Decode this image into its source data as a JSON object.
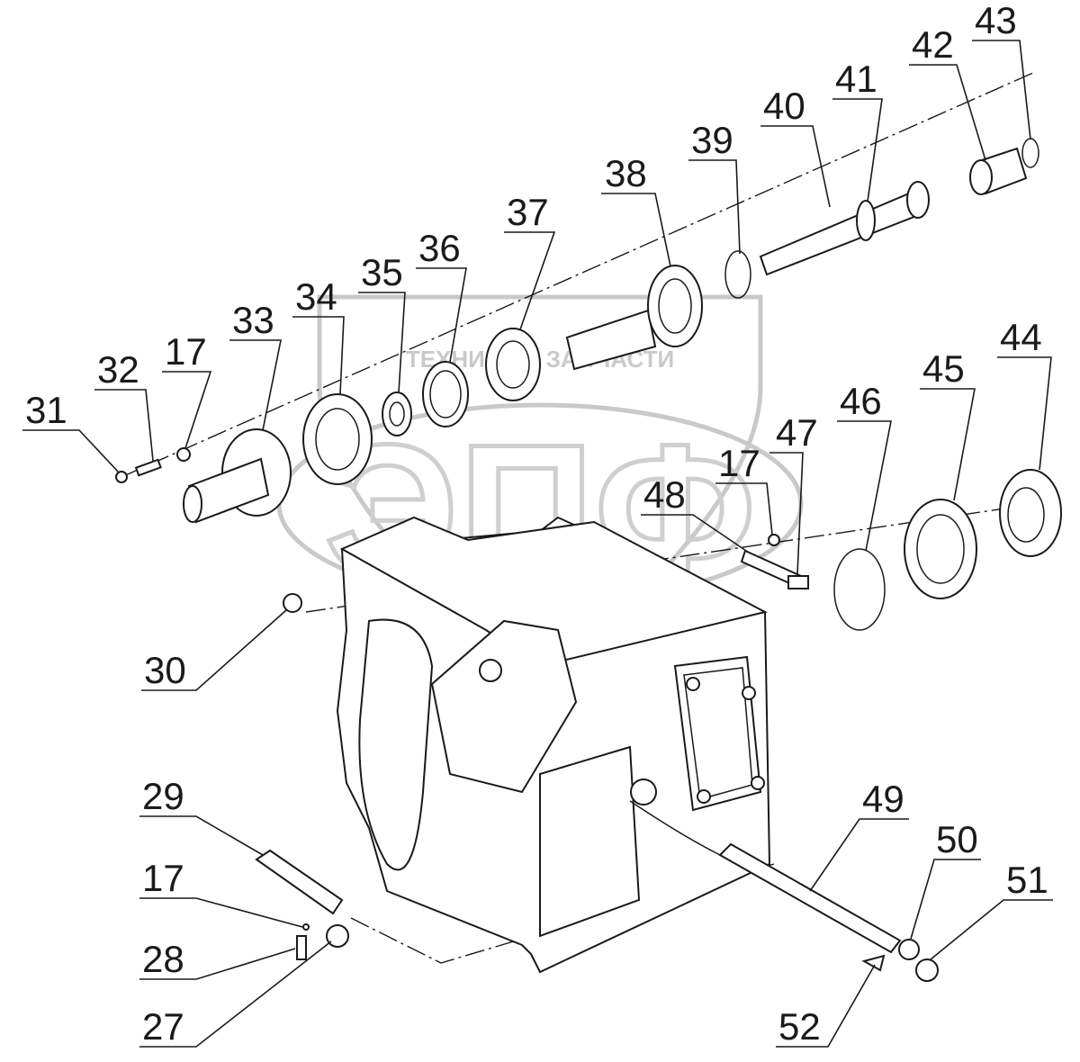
{
  "watermark": {
    "text_top": "ТЕХНИКА И ЗАПЧАСТИ",
    "logo_letters": "ЭПФ"
  },
  "callouts": [
    {
      "id": "31",
      "text": "31"
    },
    {
      "id": "32",
      "text": "32"
    },
    {
      "id": "17a",
      "text": "17"
    },
    {
      "id": "33",
      "text": "33"
    },
    {
      "id": "34",
      "text": "34"
    },
    {
      "id": "35",
      "text": "35"
    },
    {
      "id": "36",
      "text": "36"
    },
    {
      "id": "37",
      "text": "37"
    },
    {
      "id": "38",
      "text": "38"
    },
    {
      "id": "39",
      "text": "39"
    },
    {
      "id": "40",
      "text": "40"
    },
    {
      "id": "41",
      "text": "41"
    },
    {
      "id": "42",
      "text": "42"
    },
    {
      "id": "43",
      "text": "43"
    },
    {
      "id": "44",
      "text": "44"
    },
    {
      "id": "45",
      "text": "45"
    },
    {
      "id": "46",
      "text": "46"
    },
    {
      "id": "47",
      "text": "47"
    },
    {
      "id": "17b",
      "text": "17"
    },
    {
      "id": "48",
      "text": "48"
    },
    {
      "id": "30",
      "text": "30"
    },
    {
      "id": "29",
      "text": "29"
    },
    {
      "id": "17c",
      "text": "17"
    },
    {
      "id": "28",
      "text": "28"
    },
    {
      "id": "27",
      "text": "27"
    },
    {
      "id": "49",
      "text": "49"
    },
    {
      "id": "50",
      "text": "50"
    },
    {
      "id": "51",
      "text": "51"
    },
    {
      "id": "52",
      "text": "52"
    }
  ],
  "colors": {
    "ink": "#1a1a1a",
    "watermark": "#c9c9c9",
    "background": "#ffffff"
  }
}
